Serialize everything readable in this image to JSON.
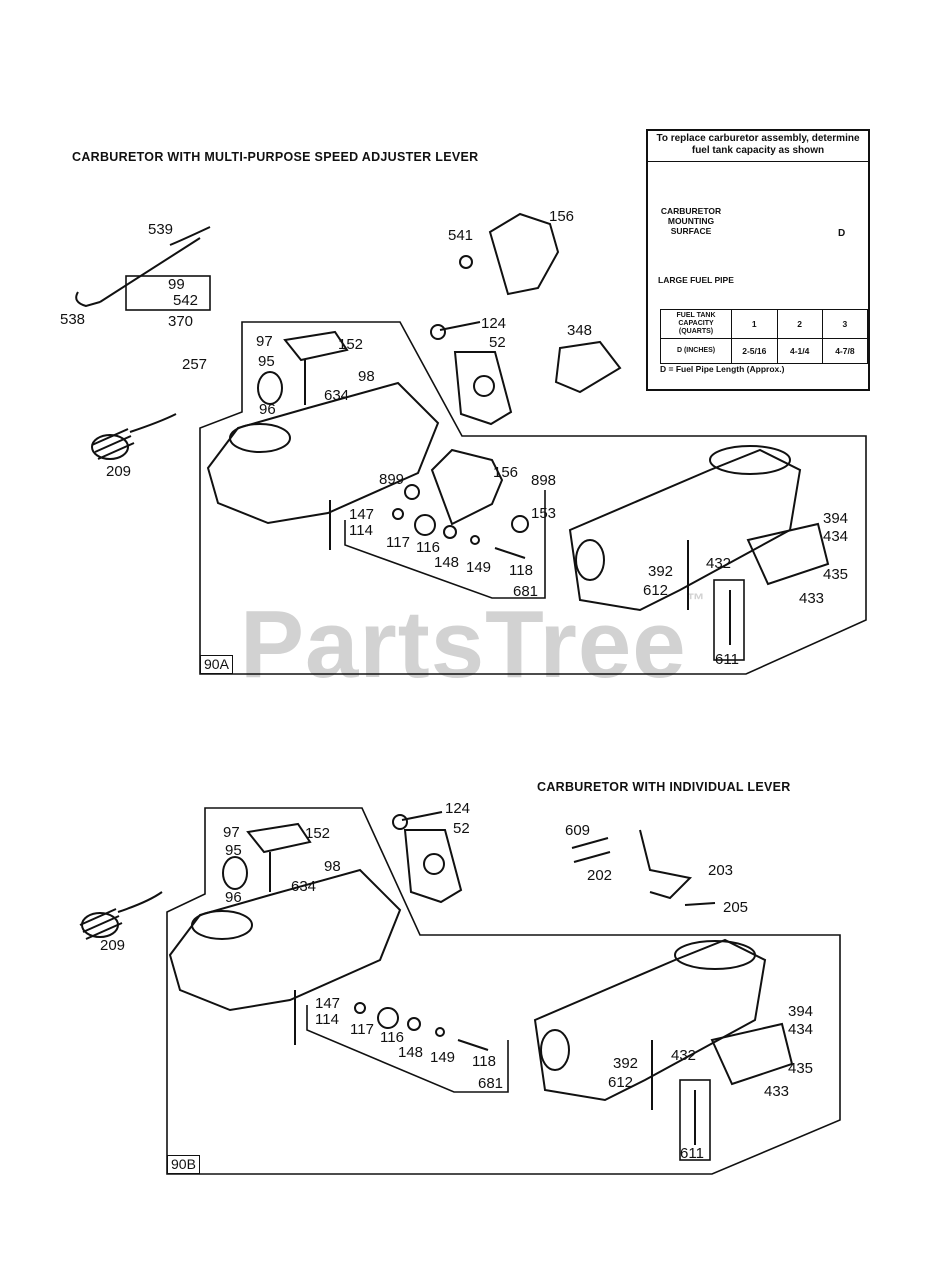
{
  "section_a": {
    "title": "CARBURETOR WITH MULTI-PURPOSE SPEED ADJUSTER LEVER",
    "figure_label": "90A"
  },
  "section_b": {
    "title": "CARBURETOR WITH INDIVIDUAL LEVER",
    "figure_label": "90B"
  },
  "watermark": "PartsTree",
  "watermark_tm": "™",
  "info_box": {
    "heading": "To replace carburetor assembly, determine fuel tank capacity as shown",
    "mounting_label": "CARBURETOR MOUNTING SURFACE",
    "pipe_label": "LARGE FUEL PIPE",
    "dim_label": "D",
    "col_header": "FUEL TANK CAPACITY (QUARTS)",
    "row_header": "D (INCHES)",
    "quarts": [
      "1",
      "2",
      "3"
    ],
    "inches": [
      "2-5/16",
      "4-1/4",
      "4-7/8"
    ],
    "note": "D = Fuel Pipe Length (Approx.)"
  },
  "parts_a": {
    "p539": "539",
    "p99": "99",
    "p542": "542",
    "p538": "538",
    "p370": "370",
    "p541": "541",
    "p156": "156",
    "p124": "124",
    "p52": "52",
    "p348": "348",
    "p97": "97",
    "p152": "152",
    "p95": "95",
    "p98": "98",
    "p257": "257",
    "p96": "96",
    "p634": "634",
    "p209": "209",
    "p899": "899",
    "p156b": "156",
    "p898": "898",
    "p147": "147",
    "p114": "114",
    "p153": "153",
    "p117": "117",
    "p116": "116",
    "p148": "148",
    "p149": "149",
    "p118": "118",
    "p681": "681",
    "p394": "394",
    "p434": "434",
    "p392": "392",
    "p432": "432",
    "p435": "435",
    "p612": "612",
    "p433": "433",
    "p611": "611"
  },
  "parts_b": {
    "p124": "124",
    "p52": "52",
    "p97": "97",
    "p152": "152",
    "p609": "609",
    "p95": "95",
    "p98": "98",
    "p202": "202",
    "p203": "203",
    "p634": "634",
    "p96": "96",
    "p205": "205",
    "p209": "209",
    "p147": "147",
    "p114": "114",
    "p117": "117",
    "p116": "116",
    "p148": "148",
    "p149": "149",
    "p118": "118",
    "p681": "681",
    "p394": "394",
    "p434": "434",
    "p392": "392",
    "p432": "432",
    "p435": "435",
    "p612": "612",
    "p433": "433",
    "p611": "611"
  }
}
